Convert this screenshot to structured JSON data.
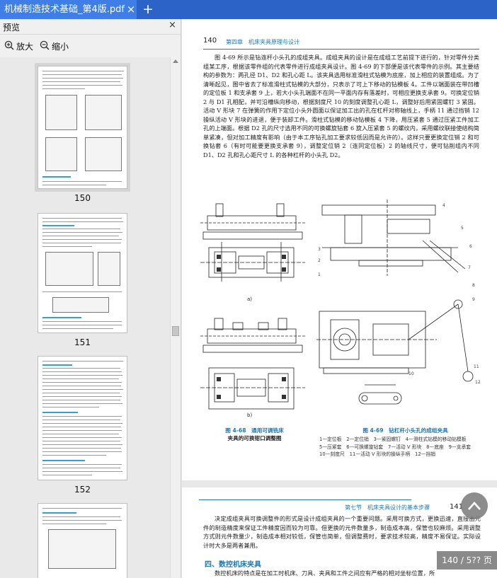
{
  "tab": {
    "title": "机械制造技术基础_第4版.pdf",
    "close": "×",
    "add": "+"
  },
  "sidebar": {
    "title": "预览",
    "close": "×",
    "zoom_in_label": "放大",
    "zoom_out_label": "缩小",
    "thumbnails": [
      "150",
      "151",
      "152"
    ]
  },
  "page140": {
    "page_number": "140",
    "chapter": "第四章　机床夹具原理与设计",
    "paragraph": "图 4-69 所示是钻连杆小头孔的成组夹具。成组夹具的设计是在成组工艺前提下进行的，针对零件分类组某工序，根据该零件组的代表零件进行成组夹具设计。图 4-69 的下部便是该代表零件的示例。其主要结构的参数为：两孔径 D1、D2 和孔心距 L。该夹具选用标准滑柱式钻模为底座，加上相应的装置组成。为了清晰起见，图中省去了标准滑柱式钻模的大部分，只表示了可上下移动的钻模板 4。工件以端面装在带凹槽的定位板 1 和支承套 9 上，若大小头孔端面不在同一平面内存有落差时，可相应更换支承套 9。可换定位销 2 与 D1 孔相配，并可沿槽纵向移动，根据刻度尺 10 的刻度调整孔心距 L，调整好后用紧固螺钉 3 紧固。活动 V 形块 7 在弹簧的作用下定位小头外圆面以保证加工出的孔在杠杆对称轴线上，手柄 11 通过挡销 12 操纵活动 V 形块的进退，便于装卸工件。滑柱式钻模的移动钻模板 4 下降，用压紧套 5 通过压紧工件加工孔的上端面。根据 D2 孔的尺寸选用不同的可换螺旋钻套 6 旋入压紧套 5 的螺纹内，采用螺纹联接使结构简单紧凑，但对加工精度有影响（由于本工序钻孔加工要求较低因而是允许的）。这样只要更换定位销 2 和可换钻套 6（有时可能要更换支承套 9），调整定位销 2（连同定位板）2 的轴线尺寸，便可钻削组内不同 D1、D2 孔和孔心距尺寸 L 的各种杠杆的小头孔 D2。",
    "fig68_caption_title": "图 4-68　通用可调铣床",
    "fig68_caption_line2": "夹具的可换钳口调整图",
    "fig69_caption_title": "图 4-69　钻杠杆小头孔的成组夹具",
    "fig69_legend": [
      "1—定位板　2—定位销　3—紧固螺钉　4—滑柱式钻模的移动钻模板",
      "5—压紧套　6—可换螺旋钻套　7—活动 V 形块　8—底座　9—支承套",
      "10—刻度尺　11—活动 V 形块的操纵手柄　12—挡销"
    ],
    "label_a": "a)",
    "label_b": "b)"
  },
  "page141": {
    "page_number": "141",
    "chapter": "第七节　机床夹具设计的基本步骤",
    "paragraph": "决定成组夹具可换调整件的形式是设计成组夹具的一个重要问题。采用可换方式，更换迅速，直接由元件的制造精度来保证工件精度因而较为可靠。但更换的元件数量多，制造成本高，保管也较麻烦。采用调整方式则元件数量少，制造成本相对较低，保管也简单，但调整费时，要求技术较高，精度不易保证。实际设计时大多是两者兼用。",
    "section_title": "四、数控机床夹具",
    "paragraph2": "数控机床的特点是在加工时机床、刀具、夹具和工件之间应有严格的相对坐标位置，所"
  },
  "overlay": {
    "page_indicator": "140 / 5?? 页"
  },
  "colors": {
    "tab_bar": "#2b63c6",
    "tab_active": "#3e7ee6",
    "accent": "#1c78b5"
  }
}
